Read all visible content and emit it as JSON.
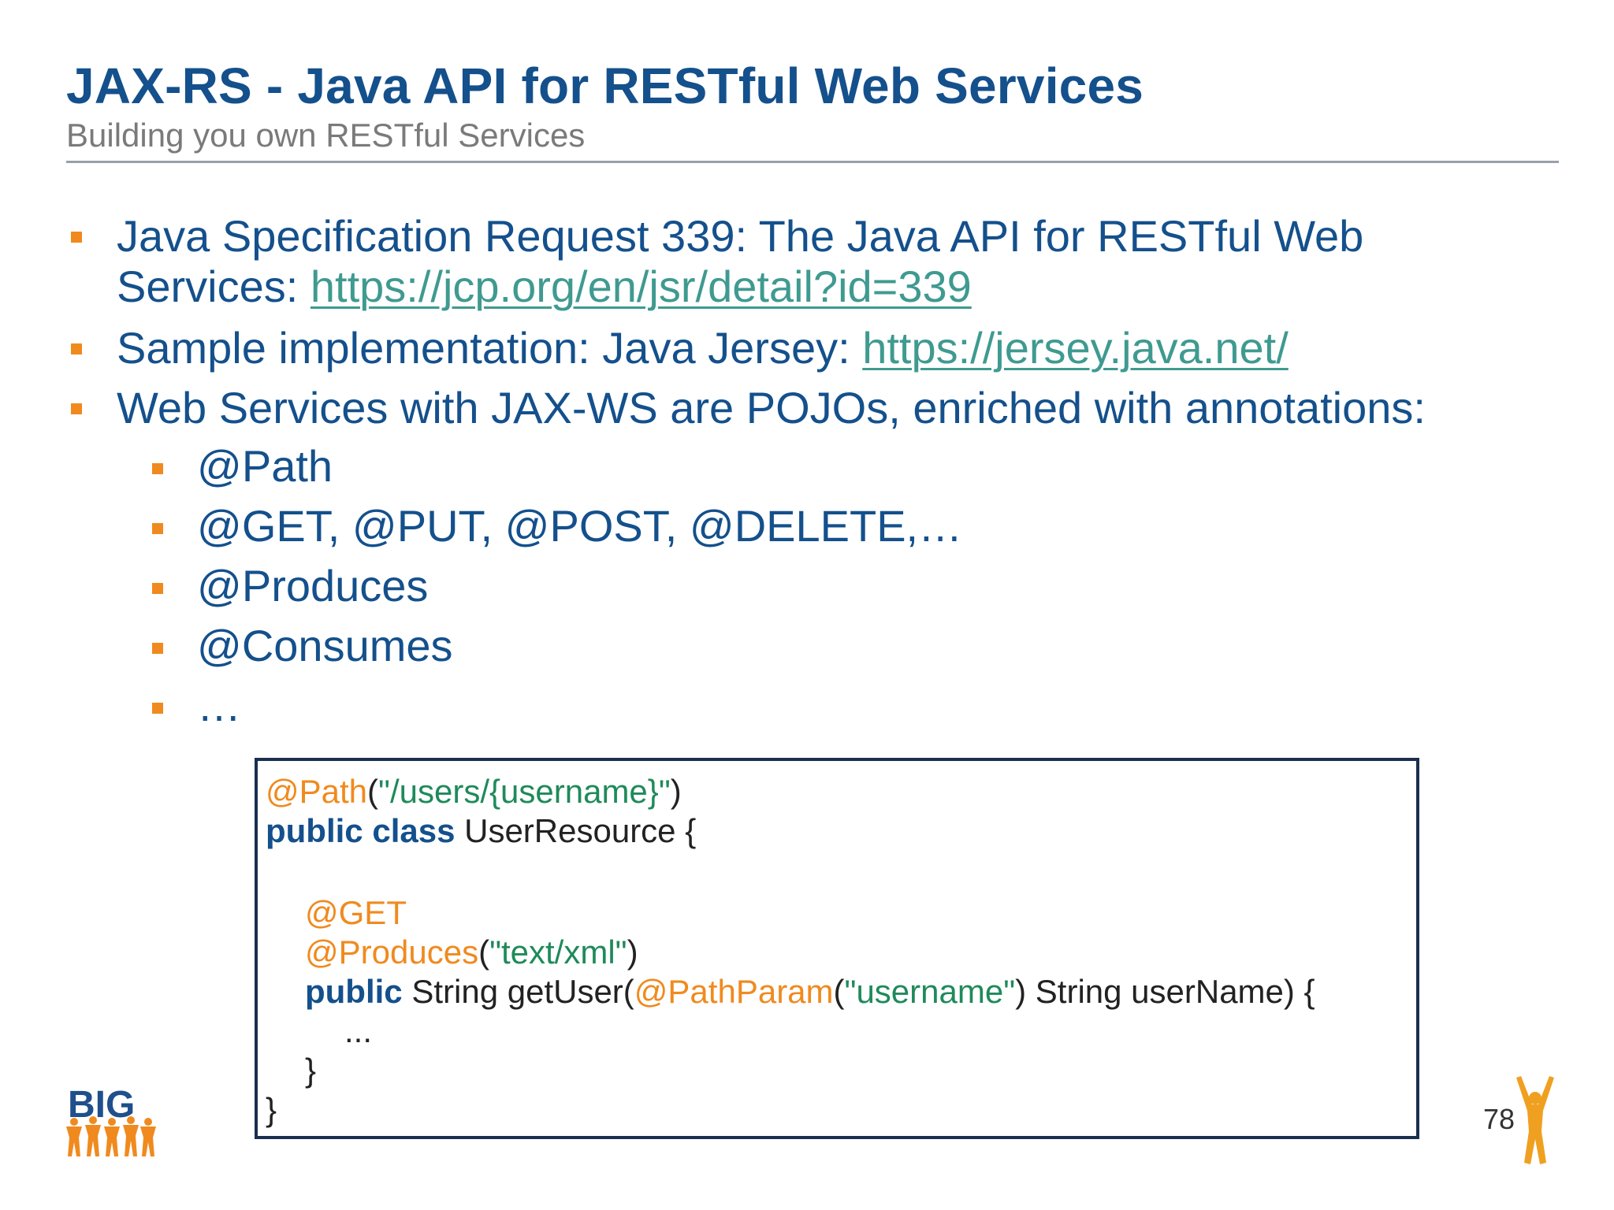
{
  "slide": {
    "title": "JAX-RS - Java API for RESTful Web Services",
    "subtitle": "Building you own RESTful Services",
    "page_number": "78",
    "logo_text": "BIG"
  },
  "bullets": {
    "b1_line1": "Java Specification Request 339: The Java API for RESTful Web",
    "b1_line2_prefix": "Services: ",
    "b1_link": "https://jcp.org/en/jsr/detail?id=339",
    "b2_prefix": "Sample implementation: Java Jersey: ",
    "b2_link": "https://jersey.java.net/",
    "b3": "Web Services with JAX-WS are POJOs, enriched with annotations:",
    "sub": [
      "@Path",
      "@GET, @PUT, @POST, @DELETE,…",
      "@Produces",
      "@Consumes",
      "…"
    ]
  },
  "code": {
    "l1_ann": "@Path",
    "l1_p1": "(",
    "l1_str": "\"/users/{username}\"",
    "l1_p2": ")",
    "l2_kw": "public class",
    "l2_rest": " UserResource {",
    "l4_ann": "@GET",
    "l5_ann": "@Produces",
    "l5_p1": "(",
    "l5_str": "\"text/xml\"",
    "l5_p2": ")",
    "l6_kw": "public",
    "l6_a": " String getUser(",
    "l6_ann": "@PathParam",
    "l6_p1": "(",
    "l6_str": "\"username\"",
    "l6_b": ") String userName) {",
    "l7": "...",
    "l8": "}",
    "l9": "}"
  },
  "colors": {
    "title": "#14508c",
    "accent": "#f08a1e",
    "link": "#3f9a90",
    "string": "#1f8a5a"
  }
}
